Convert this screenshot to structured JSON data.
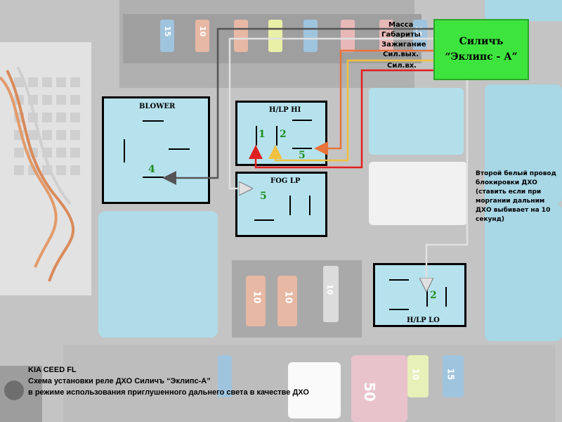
{
  "title_lines": [
    "KIA CEED FL",
    "Схема установки реле ДХО Силичъ “Эклипс-А”",
    "в режиме использования приглушенного дальнего света в качестве ДХО"
  ],
  "device": {
    "line1": "Силичъ",
    "line2": "“Эклипс - А”"
  },
  "signals": [
    "Масса",
    "Габариты",
    "Зажигание",
    "Сил.вых.",
    "Сил.вх."
  ],
  "relays": {
    "blower": {
      "title": "BLOWER",
      "pin": "4"
    },
    "hlp_hi": {
      "title": "H/LP HI",
      "pin1": "1",
      "pin2": "2",
      "pin5": "5"
    },
    "fog_lp": {
      "title": "FOG LP",
      "pin": "5"
    },
    "hlp_lo": {
      "title": "H/LP LO",
      "pin": "2"
    }
  },
  "note": "Второй белый провод блокировки ДХО (ставить если при  моргании дальним  ДХО выбивает на 10 секунд)",
  "fuse_labels": [
    "15",
    "10",
    "10",
    "10",
    "10",
    "15",
    "50",
    "10",
    "15"
  ],
  "colors": {
    "relay_fill": "#b6e2ee",
    "device_green": "#3ee43e",
    "wire_gray": "#555555",
    "wire_white": "#d8d8d8",
    "wire_orange": "#e8733a",
    "wire_yellow": "#f0c040",
    "wire_red": "#e02020",
    "pin_green": "#1e8e1e"
  }
}
